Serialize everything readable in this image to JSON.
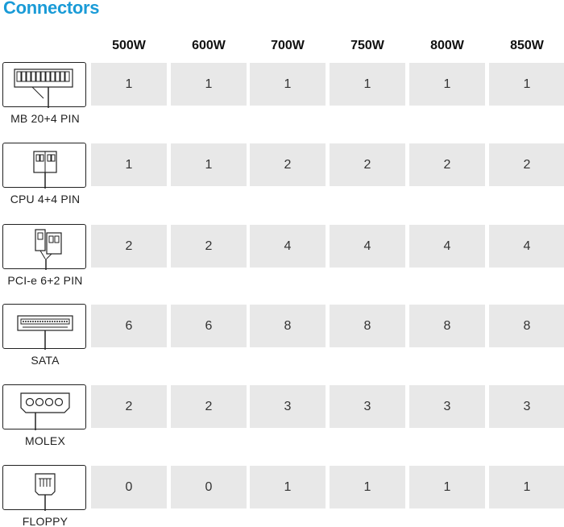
{
  "title": "Connectors",
  "headers": [
    "500W",
    "600W",
    "700W",
    "750W",
    "800W",
    "850W"
  ],
  "rows": [
    {
      "label": "MB 20+4 PIN",
      "icon": "mb-20-4-pin-connector-icon",
      "values": [
        "1",
        "1",
        "1",
        "1",
        "1",
        "1"
      ]
    },
    {
      "label": "CPU 4+4 PIN",
      "icon": "cpu-4-4-pin-connector-icon",
      "values": [
        "1",
        "1",
        "2",
        "2",
        "2",
        "2"
      ]
    },
    {
      "label": "PCI-e 6+2 PIN",
      "icon": "pcie-6-2-pin-connector-icon",
      "values": [
        "2",
        "2",
        "4",
        "4",
        "4",
        "4"
      ]
    },
    {
      "label": "SATA",
      "icon": "sata-connector-icon",
      "values": [
        "6",
        "6",
        "8",
        "8",
        "8",
        "8"
      ]
    },
    {
      "label": "MOLEX",
      "icon": "molex-connector-icon",
      "values": [
        "2",
        "2",
        "3",
        "3",
        "3",
        "3"
      ]
    },
    {
      "label": "FLOPPY",
      "icon": "floppy-connector-icon",
      "values": [
        "0",
        "0",
        "1",
        "1",
        "1",
        "1"
      ]
    }
  ]
}
